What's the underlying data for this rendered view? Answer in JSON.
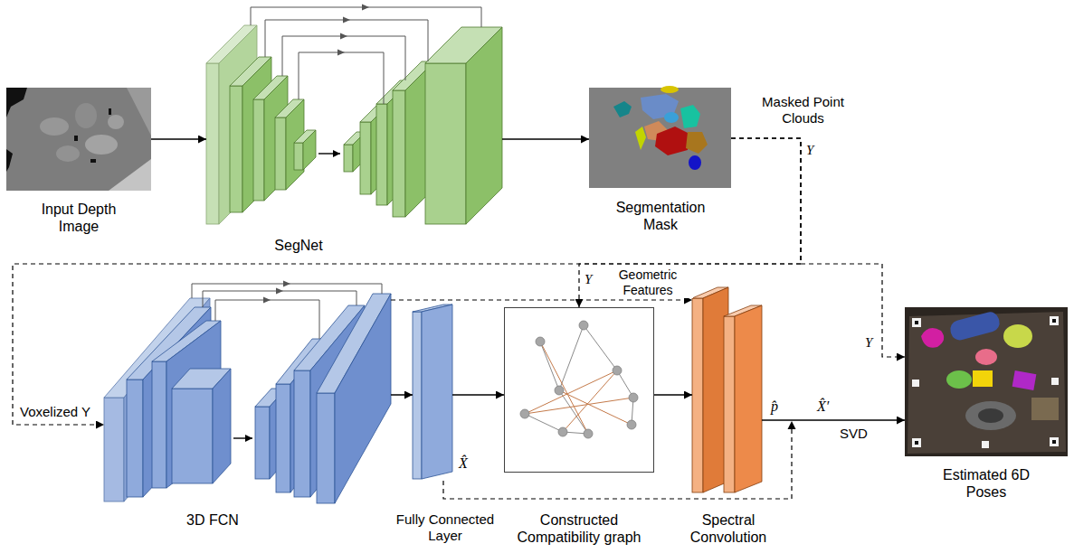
{
  "diagram": {
    "nodes": [
      {
        "text": [
          "Input Depth Image"
        ]
      },
      {
        "text": [
          "SegNet"
        ]
      },
      {
        "text": [
          "Segmentation Mask"
        ]
      },
      {
        "text": [
          "3D FCN"
        ]
      },
      {
        "text": [
          "Fully Connected Layer"
        ]
      },
      {
        "text": [
          "Constructed Compatibility graph"
        ]
      },
      {
        "text": [
          "Spectral Convolution"
        ]
      },
      {
        "text": [
          "Estimated 6D Poses"
        ]
      }
    ],
    "edges": [
      {
        "from": 0,
        "to": 1,
        "arrow": "to"
      },
      {
        "from": 1,
        "to": 2,
        "arrow": "to"
      },
      {
        "from": 2,
        "to": 3,
        "arrow": "to"
      },
      {
        "from": 2,
        "to": 5,
        "arrow": "to"
      },
      {
        "from": 2,
        "to": 7,
        "arrow": "to"
      },
      {
        "from": 3,
        "to": 4,
        "arrow": "to"
      },
      {
        "from": 4,
        "to": 5,
        "arrow": "to"
      },
      {
        "from": 5,
        "to": 6,
        "arrow": "to"
      },
      {
        "from": 3,
        "to": 6,
        "label": "Geometric Features",
        "arrow": "to"
      },
      {
        "from": 6,
        "to": 7,
        "label": "SVD",
        "arrow": "to"
      }
    ],
    "labels": [
      "Masked Point Clouds",
      "Y",
      "Y",
      "Y",
      "Voxelized Y",
      "X̂",
      "p̂",
      "X̂′"
    ]
  }
}
